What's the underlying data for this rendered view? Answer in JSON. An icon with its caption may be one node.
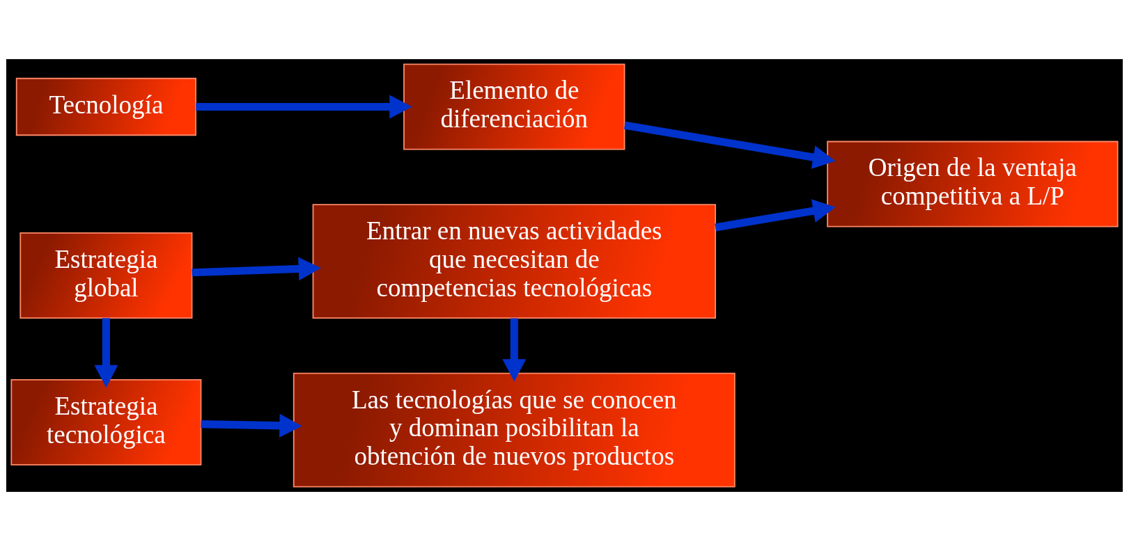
{
  "diagram": {
    "nodes": [
      {
        "text": [
          "Tecnología"
        ]
      },
      {
        "text": [
          "Elemento de diferenciación"
        ]
      },
      {
        "text": [
          "Origen de la ventaja competitiva a L/P"
        ]
      },
      {
        "text": [
          "Estrategia global"
        ]
      },
      {
        "text": [
          "Entrar en nuevas actividades que necesitan de competencias tecnológicas"
        ]
      },
      {
        "text": [
          "Estrategia tecnológica"
        ]
      },
      {
        "text": [
          "Las tecnologías que se conocen y dominan posibilitan la obtención de nuevos productos"
        ]
      }
    ],
    "edges": [
      {
        "from": 0,
        "to": 1,
        "arrow": "to"
      },
      {
        "from": 1,
        "to": 2,
        "arrow": "to"
      },
      {
        "from": 3,
        "to": 4,
        "arrow": "to"
      },
      {
        "from": 4,
        "to": 2,
        "arrow": "to"
      },
      {
        "from": 3,
        "to": 5,
        "arrow": "to"
      },
      {
        "from": 4,
        "to": 6,
        "arrow": "to"
      },
      {
        "from": 5,
        "to": 6,
        "arrow": "to"
      }
    ]
  }
}
